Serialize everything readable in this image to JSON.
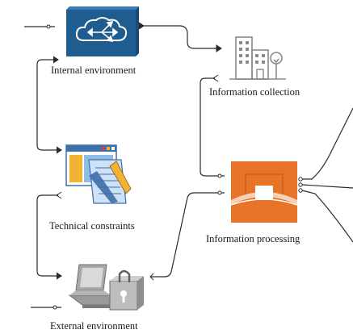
{
  "nodes": {
    "internal_environment": {
      "label": "Internal environment"
    },
    "information_collection": {
      "label": "Information collection"
    },
    "technical_constraints": {
      "label": "Technical constraints"
    },
    "information_processing": {
      "label": "Information processing"
    },
    "external_environment": {
      "label": "External environment"
    }
  },
  "colors": {
    "line": "#2a2a2a",
    "cloud_box": "#1f5c8f",
    "processing_box": "#e8742a",
    "building": "#8a8a8a",
    "computer": "#8c8c8c"
  }
}
